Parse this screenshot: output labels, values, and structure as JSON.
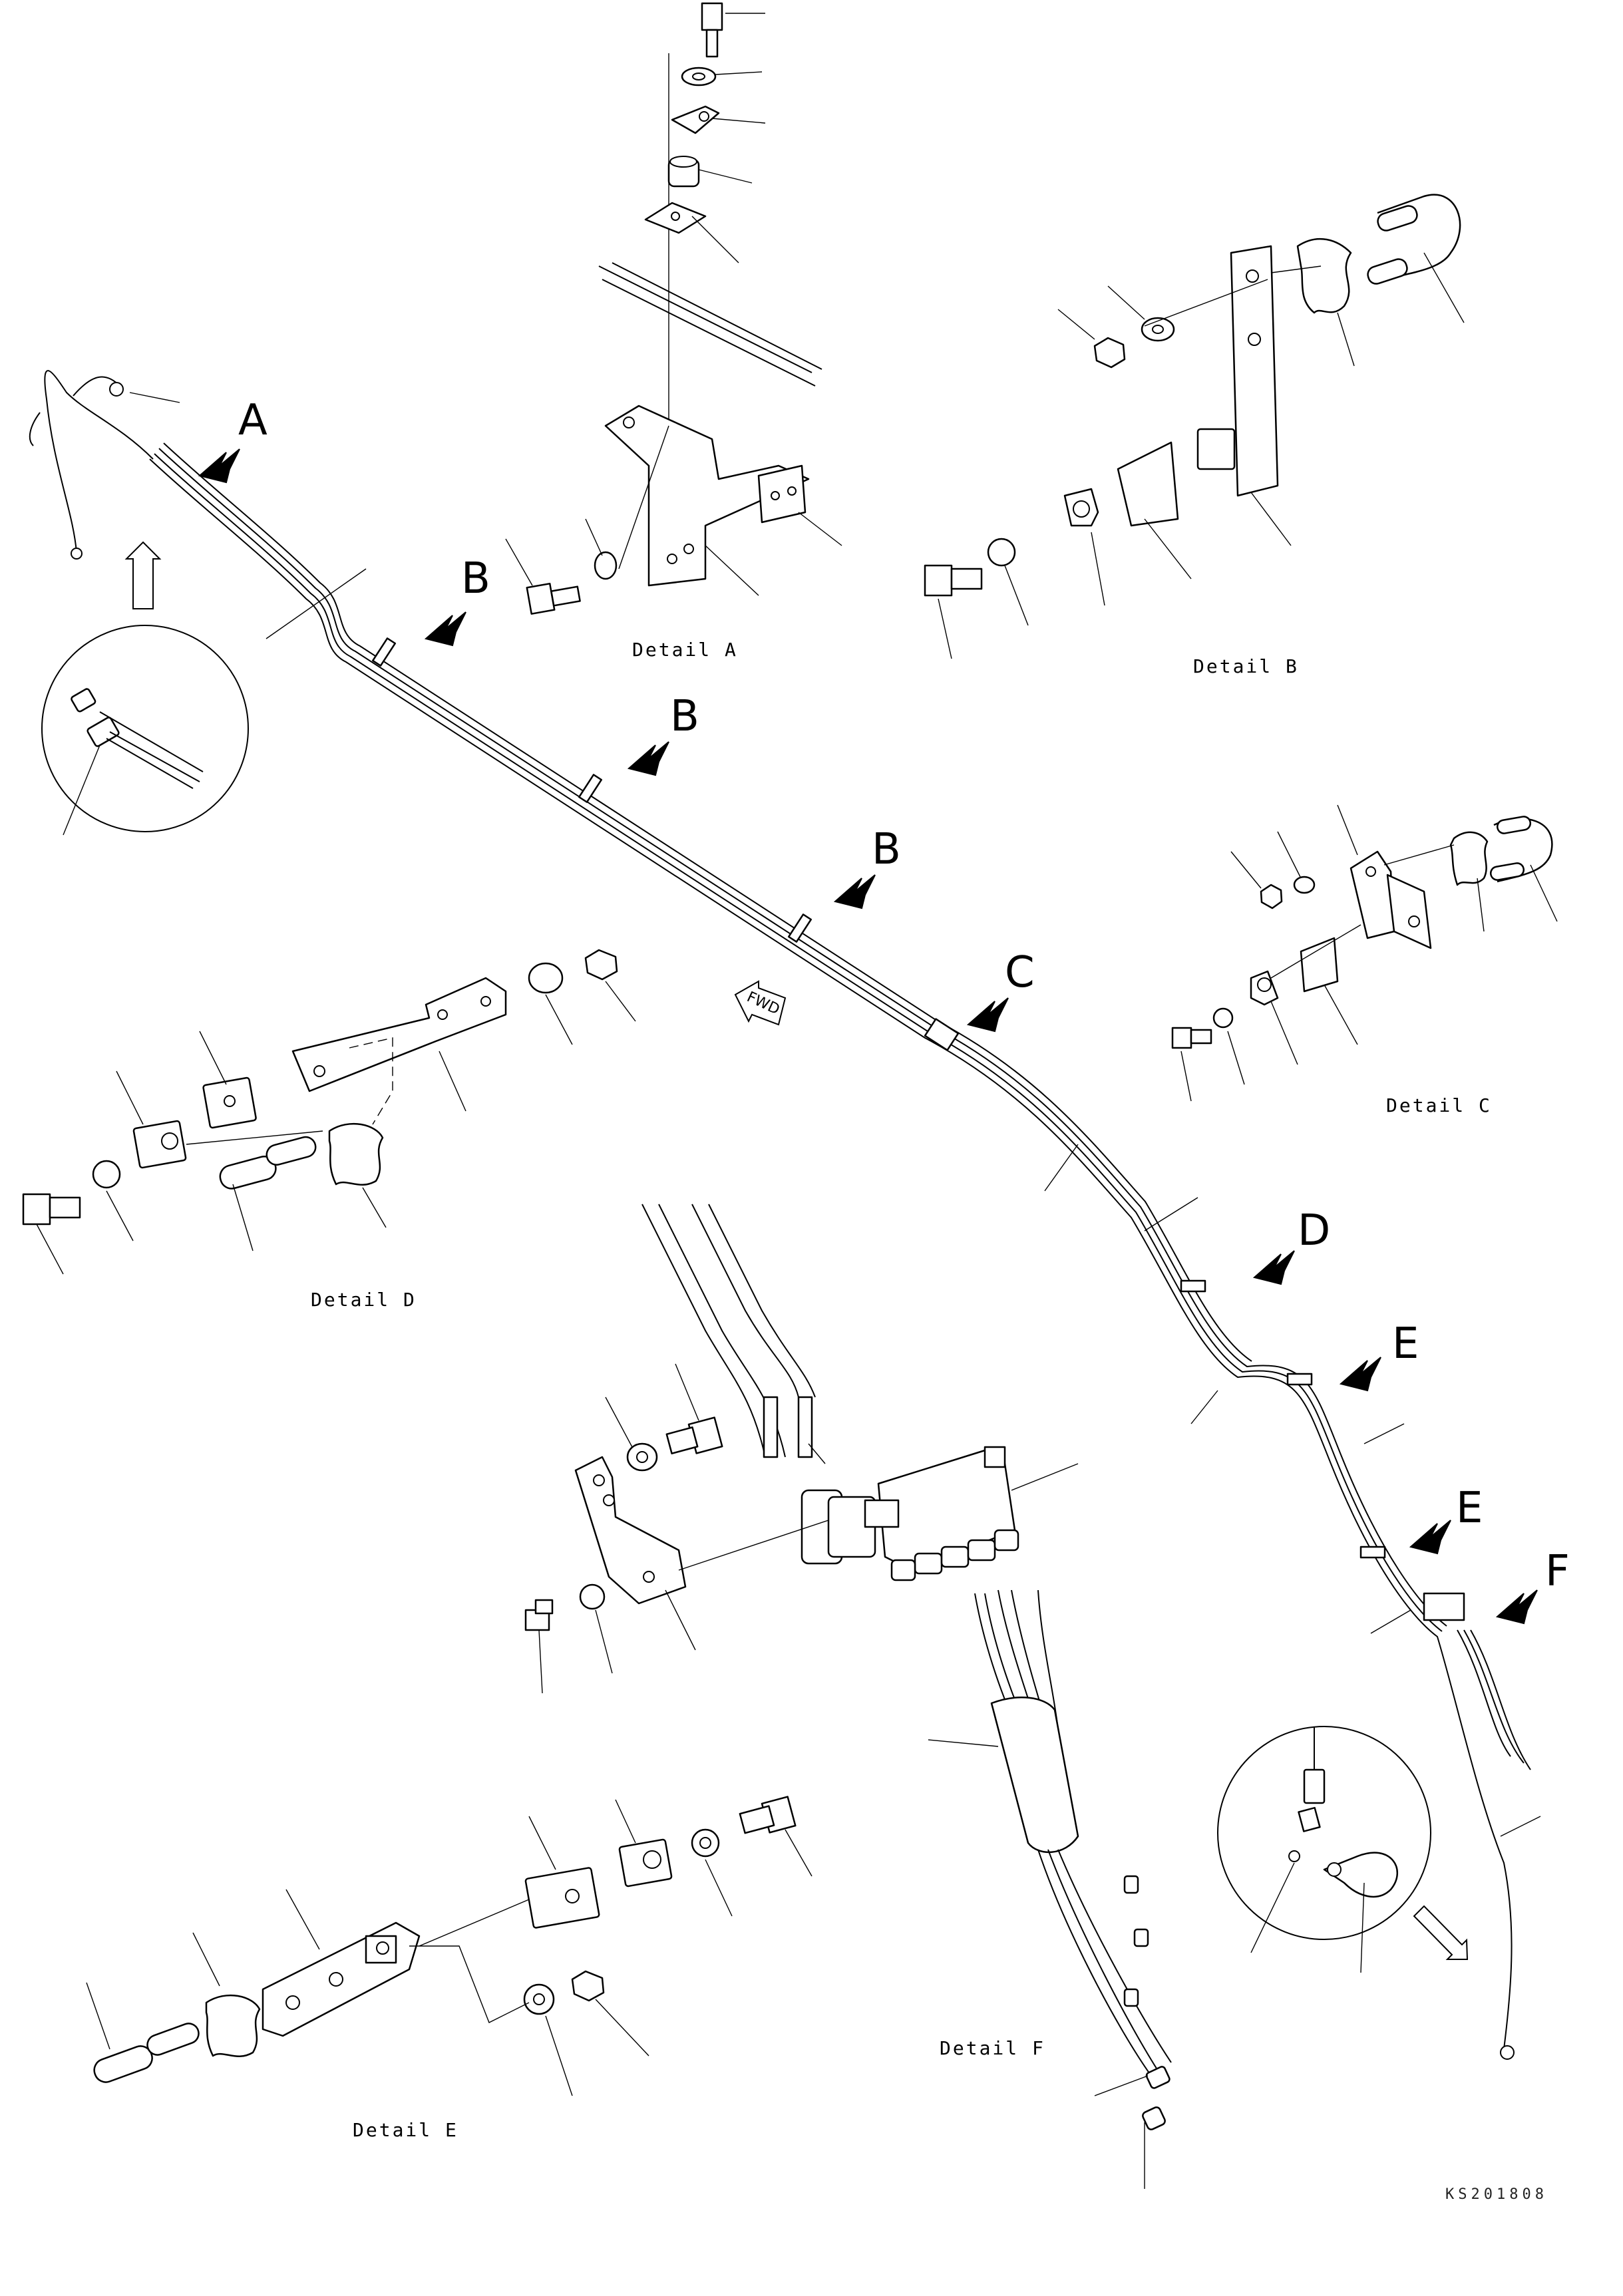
{
  "callouts": {
    "a": "A",
    "b": "B",
    "c": "C",
    "d": "D",
    "e": "E",
    "f": "F",
    "fwd": "FWD"
  },
  "details": {
    "a": "Detail A",
    "b": "Detail B",
    "c": "Detail C",
    "d": "Detail D",
    "e": "Detail E",
    "f": "Detail F"
  },
  "drawing_code": "KS201808",
  "icons": [
    "callout-arrow",
    "forward-arrow",
    "bolt",
    "washer",
    "nut",
    "clamp",
    "u-bolt",
    "bracket",
    "block",
    "manifold",
    "hose"
  ]
}
